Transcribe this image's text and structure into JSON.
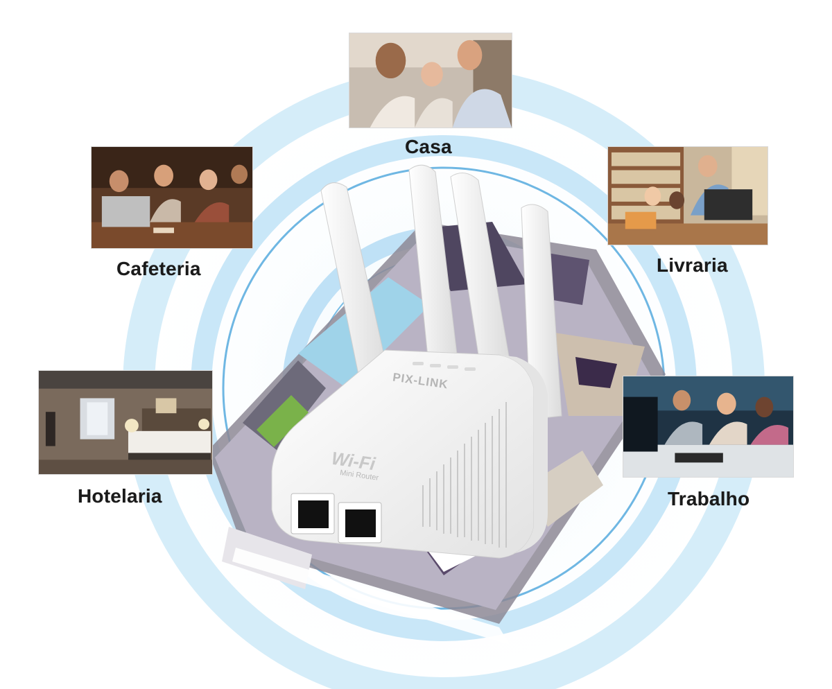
{
  "scene": {
    "device_brand": "PIX-LINK",
    "device_logo_main": "Wi-Fi",
    "device_logo_sub": "Mini Router",
    "signal_icon": "wifi-waves-icon"
  },
  "locations": [
    {
      "key": "casa",
      "label": "Casa",
      "icon": "family-photo"
    },
    {
      "key": "cafeteria",
      "label": "Cafeteria",
      "icon": "cafe-photo"
    },
    {
      "key": "livraria",
      "label": "Livraria",
      "icon": "library-photo"
    },
    {
      "key": "hotelaria",
      "label": "Hotelaria",
      "icon": "hotel-room-photo"
    },
    {
      "key": "trabalho",
      "label": "Trabalho",
      "icon": "office-photo"
    }
  ],
  "colors": {
    "signal_ring": "#bfe3f6",
    "signal_ring_dark": "#5fb3e4",
    "device_body": "#f3f3f3",
    "caption": "#1a1a1a"
  }
}
